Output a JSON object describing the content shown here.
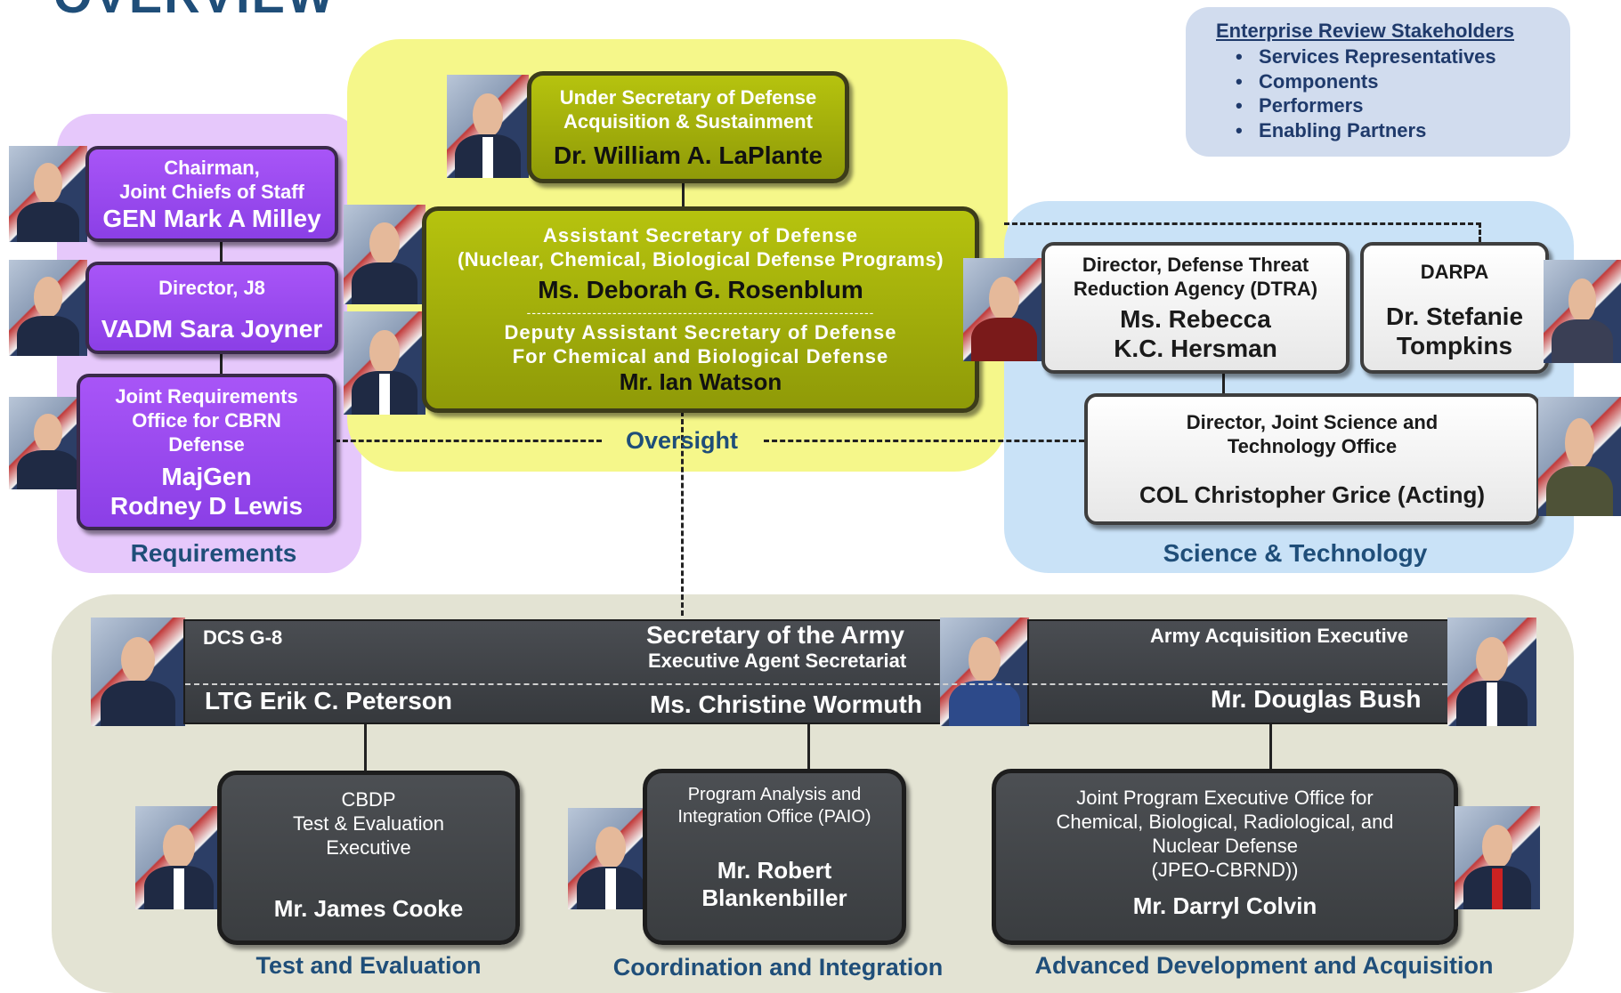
{
  "header_fragment": "OVERVIEW",
  "stakeholders": {
    "title": "Enterprise Review Stakeholders",
    "items": [
      "Services Representatives",
      "Components",
      "Performers",
      "Enabling Partners"
    ]
  },
  "regions": {
    "requirements": "Requirements",
    "oversight": "Oversight",
    "science": "Science & Technology",
    "test": "Test and Evaluation",
    "coordination": "Coordination and Integration",
    "advanced": "Advanced Development and Acquisition"
  },
  "usd": {
    "title1": "Under Secretary of Defense",
    "title2": "Acquisition & Sustainment",
    "name": "Dr. William A. LaPlante"
  },
  "asd": {
    "title1": "Assistant Secretary of Defense",
    "title2": "(Nuclear, Chemical, Biological Defense Programs)",
    "name": "Ms. Deborah G. Rosenblum",
    "separator": "---------------------------------------------------------------------",
    "deputy1": "Deputy Assistant Secretary of Defense",
    "deputy2": "For Chemical and Biological Defense",
    "deputy_name": "Mr. Ian Watson"
  },
  "cjcs": {
    "title1": "Chairman,",
    "title2": "Joint Chiefs of Staff",
    "name": "GEN Mark A Milley"
  },
  "j8": {
    "title": "Director, J8",
    "name": "VADM Sara Joyner"
  },
  "jro": {
    "title1": "Joint Requirements",
    "title2": "Office for CBRN",
    "title3": "Defense",
    "name1": "MajGen",
    "name2": "Rodney D Lewis"
  },
  "dtra": {
    "title1": "Director, Defense Threat",
    "title2": "Reduction Agency (DTRA)",
    "name1": "Ms. Rebecca",
    "name2": "K.C. Hersman"
  },
  "darpa": {
    "title": "DARPA",
    "name1": "Dr. Stefanie",
    "name2": "Tompkins"
  },
  "jsto": {
    "title1": "Director, Joint Science and",
    "title2": "Technology Office",
    "name": "COL Christopher Grice (Acting)"
  },
  "army": {
    "g8_title": "DCS G-8",
    "g8_name": "LTG Erik C. Peterson",
    "sec_title": "Secretary of the Army",
    "sec_sub": "Executive Agent Secretariat",
    "sec_name": "Ms. Christine Wormuth",
    "aae_title": "Army Acquisition Executive",
    "aae_name": "Mr. Douglas Bush"
  },
  "cbdp": {
    "line1": "CBDP",
    "line2": "Test & Evaluation",
    "line3": "Executive",
    "name": "Mr. James Cooke"
  },
  "paio": {
    "line1": "Program Analysis and",
    "line2": "Integration Office (PAIO)",
    "name1": "Mr. Robert",
    "name2": "Blankenbiller"
  },
  "jpeo": {
    "line1": "Joint Program Executive Office for",
    "line2": "Chemical, Biological, Radiological, and",
    "line3": "Nuclear Defense",
    "line4": "(JPEO-CBRND))",
    "name": "Mr. Darryl Colvin"
  },
  "colors": {
    "requirements_bg": "#e6c8fb",
    "oversight_bg": "#f5f78a",
    "science_bg": "#c9e2f7",
    "bottom_bg": "#e3e3d3",
    "stakeholders_bg": "#d1dcee",
    "label_blue": "#1f4e79",
    "purple": "#9a4bee",
    "olive": "#a3ad0b",
    "dark": "#43464a"
  }
}
